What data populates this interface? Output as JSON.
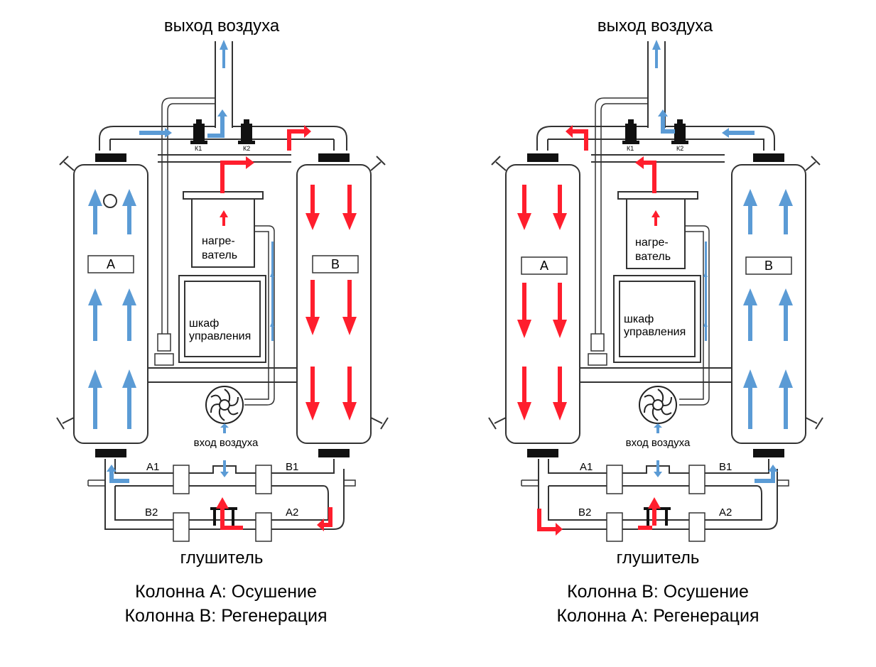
{
  "colors": {
    "air_dry": "#5b9bd5",
    "air_hot": "#ff1e2d",
    "outline": "#333333",
    "valve": "#111111"
  },
  "panels": [
    {
      "outlet_label": "выход воздуха",
      "inlet_label": "вход воздуха",
      "silencer_label": "глушитель",
      "heater_label_1": "нагре-",
      "heater_label_2": "ватель",
      "cabinet_label_1": "шкаф",
      "cabinet_label_2": "управления",
      "column_left_name": "A",
      "column_right_name": "B",
      "valve_k1": "К1",
      "valve_k2": "К2",
      "valve_a1": "A1",
      "valve_b1": "B1",
      "valve_b2": "B2",
      "valve_a2": "A2",
      "status_line_1": "Колонна A: Осушение",
      "status_line_2": "Колонна B: Регенерация"
    },
    {
      "outlet_label": "выход воздуха",
      "inlet_label": "вход воздуха",
      "silencer_label": "глушитель",
      "heater_label_1": "нагре-",
      "heater_label_2": "ватель",
      "cabinet_label_1": "шкаф",
      "cabinet_label_2": "управления",
      "column_left_name": "A",
      "column_right_name": "B",
      "valve_k1": "К1",
      "valve_k2": "К2",
      "valve_a1": "A1",
      "valve_b1": "B1",
      "valve_b2": "B2",
      "valve_a2": "A2",
      "status_line_1": "Колонна B: Осушение",
      "status_line_2": "Колонна A: Регенерация"
    }
  ]
}
